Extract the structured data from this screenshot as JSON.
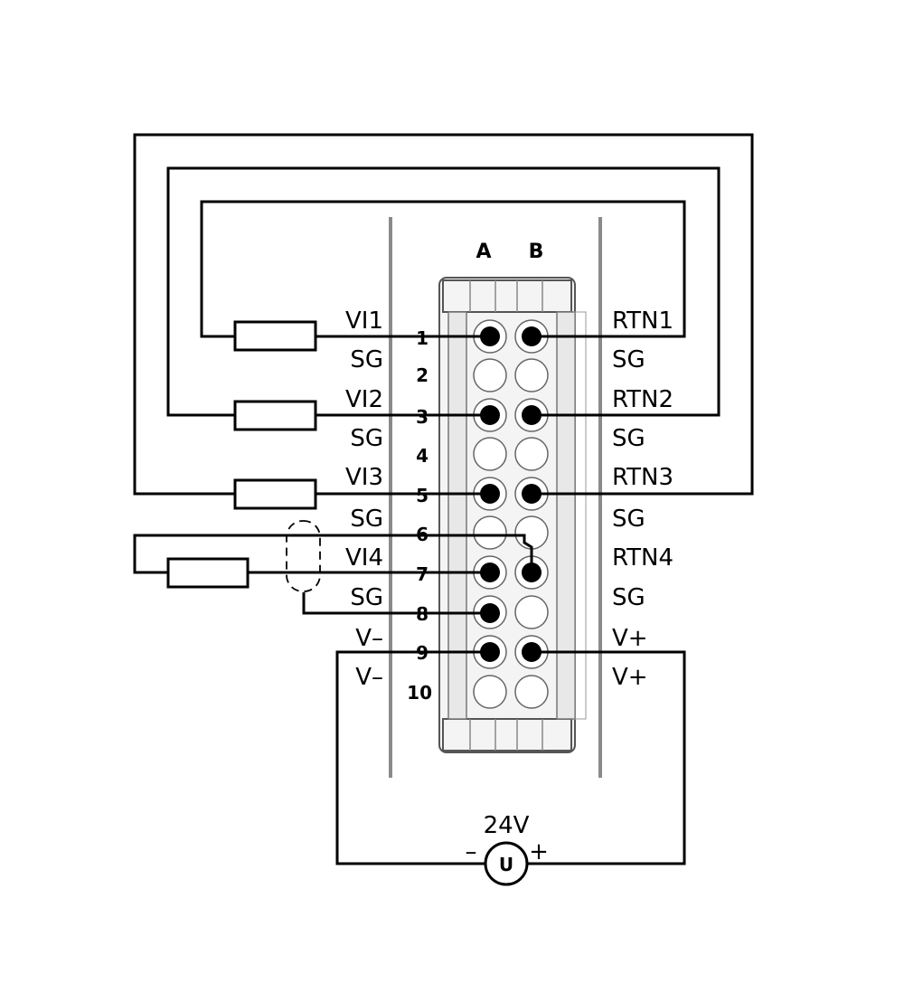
{
  "columns": {
    "a": "A",
    "b": "B"
  },
  "left_labels": [
    "VI1",
    "SG",
    "VI2",
    "SG",
    "VI3",
    "SG",
    "VI4",
    "SG",
    "V–",
    "V–"
  ],
  "right_labels": [
    "RTN1",
    "SG",
    "RTN2",
    "SG",
    "RTN3",
    "SG",
    "RTN4",
    "SG",
    "V+",
    "V+"
  ],
  "terminal_numbers": [
    "1",
    "2",
    "3",
    "4",
    "5",
    "6",
    "7",
    "8",
    "9",
    "10"
  ],
  "power_supply": {
    "voltage": "24V",
    "symbol": "U",
    "minus": "–",
    "plus": "+"
  }
}
